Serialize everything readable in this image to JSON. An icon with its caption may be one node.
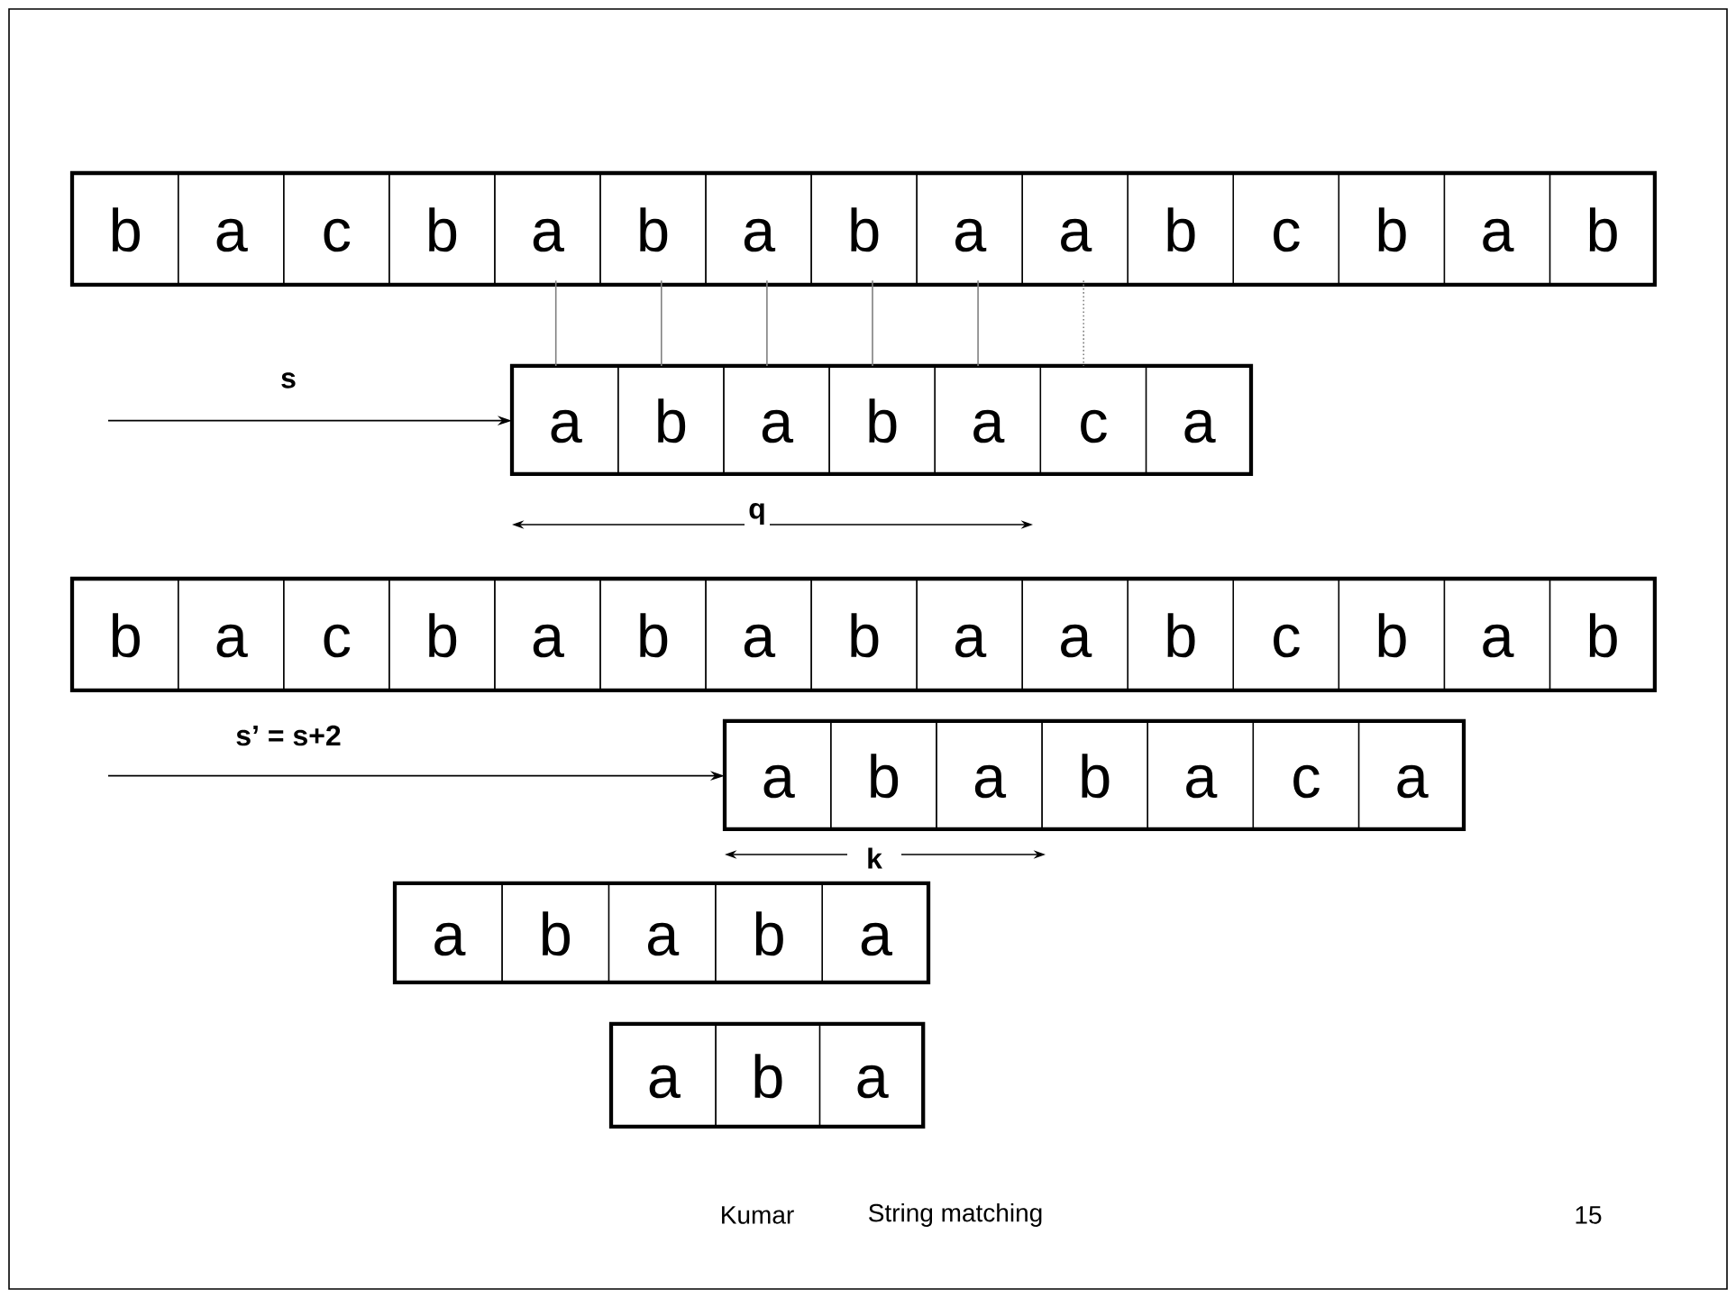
{
  "diagram": {
    "nodes": [
      {
        "text": [
          "b"
        ]
      },
      {
        "text": [
          "a"
        ]
      },
      {
        "text": [
          "c"
        ]
      },
      {
        "text": [
          "b"
        ]
      },
      {
        "text": [
          "a"
        ]
      },
      {
        "text": [
          "b"
        ]
      },
      {
        "text": [
          "a"
        ]
      },
      {
        "text": [
          "b"
        ]
      },
      {
        "text": [
          "a"
        ]
      },
      {
        "text": [
          "a"
        ]
      },
      {
        "text": [
          "b"
        ]
      },
      {
        "text": [
          "c"
        ]
      },
      {
        "text": [
          "b"
        ]
      },
      {
        "text": [
          "a"
        ]
      },
      {
        "text": [
          "b"
        ]
      },
      {
        "text": [
          "a"
        ]
      },
      {
        "text": [
          "b"
        ]
      },
      {
        "text": [
          "a"
        ]
      },
      {
        "text": [
          "b"
        ]
      },
      {
        "text": [
          "a"
        ]
      },
      {
        "text": [
          "c"
        ]
      },
      {
        "text": [
          "a"
        ]
      },
      {
        "text": [
          "b"
        ]
      },
      {
        "text": [
          "a"
        ]
      },
      {
        "text": [
          "c"
        ]
      },
      {
        "text": [
          "b"
        ]
      },
      {
        "text": [
          "a"
        ]
      },
      {
        "text": [
          "b"
        ]
      },
      {
        "text": [
          "a"
        ]
      },
      {
        "text": [
          "b"
        ]
      },
      {
        "text": [
          "a"
        ]
      },
      {
        "text": [
          "a"
        ]
      },
      {
        "text": [
          "b"
        ]
      },
      {
        "text": [
          "c"
        ]
      },
      {
        "text": [
          "b"
        ]
      },
      {
        "text": [
          "a"
        ]
      },
      {
        "text": [
          "b"
        ]
      },
      {
        "text": [
          "a"
        ]
      },
      {
        "text": [
          "b"
        ]
      },
      {
        "text": [
          "a"
        ]
      },
      {
        "text": [
          "b"
        ]
      },
      {
        "text": [
          "a"
        ]
      },
      {
        "text": [
          "c"
        ]
      },
      {
        "text": [
          "a"
        ]
      },
      {
        "text": [
          "a"
        ]
      },
      {
        "text": [
          "b"
        ]
      },
      {
        "text": [
          "a"
        ]
      },
      {
        "text": [
          "b"
        ]
      },
      {
        "text": [
          "a"
        ]
      },
      {
        "text": [
          "a"
        ]
      },
      {
        "text": [
          "b"
        ]
      },
      {
        "text": [
          "a"
        ]
      }
    ],
    "edges": [
      {
        "from": 4,
        "to": 15,
        "arrow": "none",
        "color": "#808080"
      },
      {
        "from": 5,
        "to": 16,
        "arrow": "none",
        "color": "#808080"
      },
      {
        "from": 6,
        "to": 17,
        "arrow": "none",
        "color": "#808080"
      },
      {
        "from": 7,
        "to": 18,
        "arrow": "none",
        "color": "#808080"
      },
      {
        "from": 8,
        "to": 19,
        "arrow": "none",
        "color": "#808080"
      },
      {
        "from": 9,
        "to": 20,
        "arrow": "none",
        "style": "dashed",
        "color": "#808080"
      },
      {
        "from": null,
        "to": 15,
        "arrow": "to",
        "label": "s",
        "color": "#000000"
      },
      {
        "from": null,
        "to": 37,
        "arrow": "to",
        "label": "s’ = s+2",
        "color": "#000000"
      }
    ],
    "labels": [
      "q",
      "k",
      "Kumar",
      "String matching",
      "15"
    ]
  }
}
